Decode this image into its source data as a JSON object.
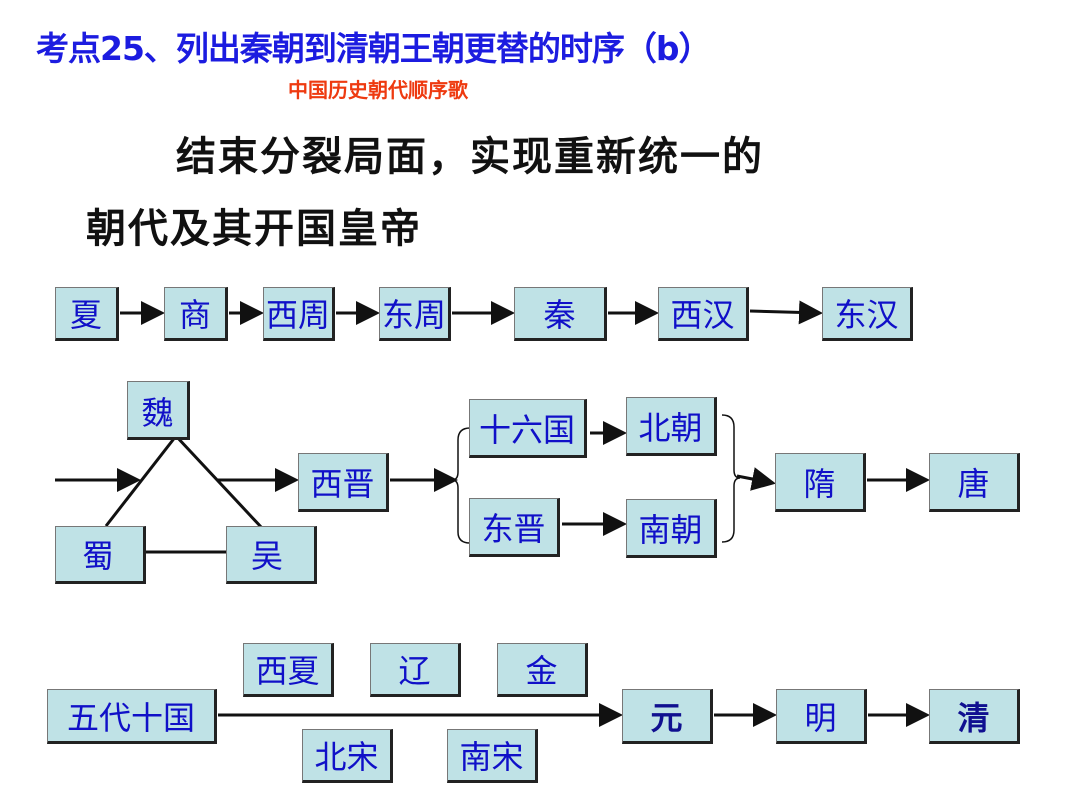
{
  "title": "考点25、列出秦朝到清朝王朝更替的时序（b）",
  "subtitle": "中国历史朝代顺序歌",
  "heading_line1": "结束分裂局面，实现重新统一的",
  "heading_line2": "朝代及其开国皇帝",
  "row1": [
    "夏",
    "商",
    "西周",
    "东周",
    "秦",
    "西汉",
    "东汉"
  ],
  "row2": {
    "wei": "魏",
    "shu": "蜀",
    "wu": "吴",
    "xijin": "西晋",
    "shiliuguo": "十六国",
    "beichao": "北朝",
    "dongjin": "东晋",
    "nanchao": "南朝",
    "sui": "隋",
    "tang": "唐"
  },
  "row3": {
    "wudai": "五代十国",
    "xixia": "西夏",
    "liao": "辽",
    "jin": "金",
    "beisong": "北宋",
    "nansong": "南宋",
    "yuan": "元",
    "ming": "明",
    "qing": "清"
  }
}
